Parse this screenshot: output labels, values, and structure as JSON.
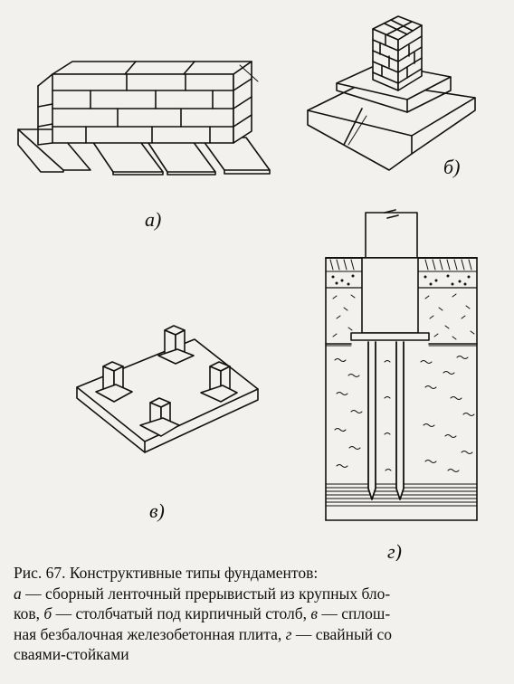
{
  "figure": {
    "labels": {
      "a": "а)",
      "b": "б)",
      "c": "в)",
      "d": "г)"
    }
  },
  "caption": {
    "title": "Рис. 67. Конструктивные типы фундаментов:",
    "items": [
      {
        "letter": "а",
        "text": " — сборный ленточный прерывистый из крупных бло-"
      },
      {
        "letter": "",
        "text": "ков, "
      },
      {
        "letter": "б",
        "text": " — столбчатый под кирпичный столб, "
      },
      {
        "letter": "в",
        "text": " — сплош-"
      },
      {
        "letter": "",
        "text": "ная безбалочная железобетонная плита, "
      },
      {
        "letter": "г",
        "text": " — свайный со"
      },
      {
        "letter": "",
        "text": "сваями-стойками"
      }
    ]
  }
}
